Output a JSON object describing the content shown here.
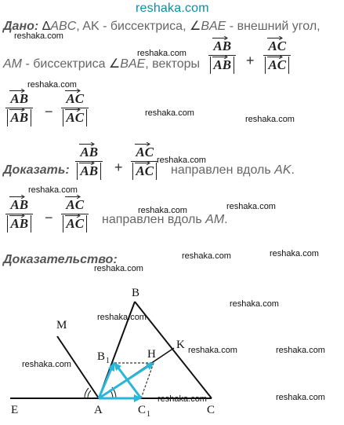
{
  "watermark": "reshaka.com",
  "given": {
    "label": "Дано:",
    "triangle_symbol": "Δ",
    "triangle": "ABC",
    "text1": ", AK - биссектриса,",
    "angle_symbol": "∠",
    "angle_name": "BAE",
    "text2": " - внешний угол,",
    "am": "AM",
    "text3": " - биссектриса",
    "text4": ", векторы"
  },
  "prove": {
    "label": "Доказать:",
    "dir1": "направлен вдоль",
    "ak": "AK",
    "dir2": "направлен вдоль",
    "am": "AM"
  },
  "proof_label": "Доказательство:",
  "vectors": {
    "ab": "AB",
    "ac": "AC",
    "plus": "+",
    "minus": "−"
  },
  "diagram": {
    "points": {
      "B": "B",
      "M": "M",
      "K": "K",
      "H": "H",
      "B1": "B",
      "B1_sub": "1",
      "E": "E",
      "A": "A",
      "C1": "C",
      "C1_sub": "1",
      "C": "C"
    },
    "colors": {
      "lines": "#111111",
      "vectors": "#29b6d8",
      "dashed": "#333333"
    }
  }
}
